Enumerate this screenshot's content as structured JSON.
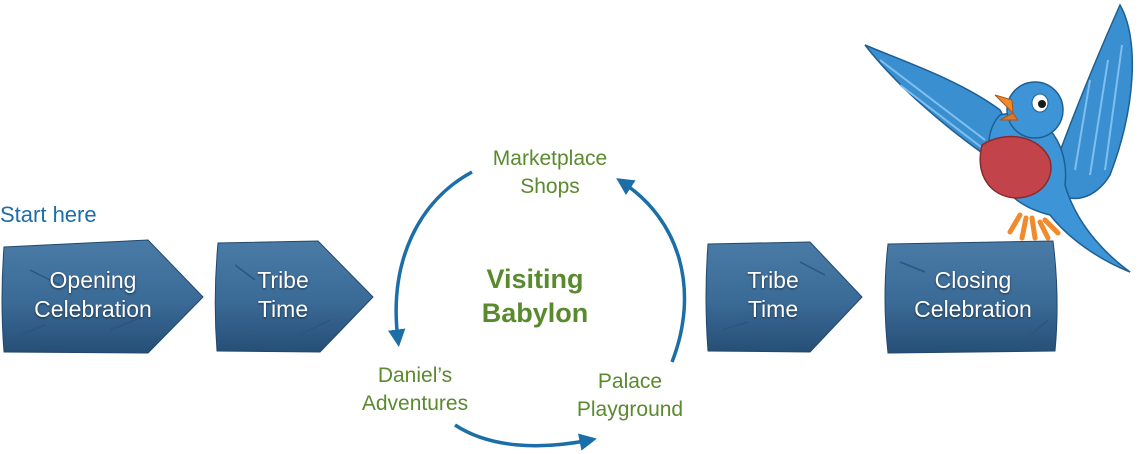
{
  "start_label": "Start here",
  "center": {
    "line1": "Visiting",
    "line2": "Babylon"
  },
  "steps": [
    {
      "line1": "Opening",
      "line2": "Celebration"
    },
    {
      "line1": "Tribe",
      "line2": "Time"
    },
    {
      "line1": "Tribe",
      "line2": "Time"
    },
    {
      "line1": "Closing",
      "line2": "Celebration"
    }
  ],
  "cycle": [
    {
      "line1": "Marketplace",
      "line2": "Shops"
    },
    {
      "line1": "Palace",
      "line2": "Playground"
    },
    {
      "line1": "Daniel’s",
      "line2": "Adventures"
    }
  ],
  "colors": {
    "stone": "#3a6a96",
    "arrow": "#1b6ea8",
    "cycle_text": "#5a8a2e",
    "start_text": "#1b6ea8"
  },
  "icons": [
    "bluebird-mascot-icon"
  ]
}
